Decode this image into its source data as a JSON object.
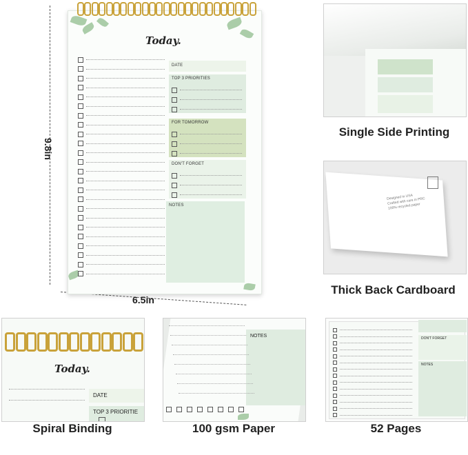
{
  "main_pad": {
    "title": "Today.",
    "sections": {
      "date": "DATE",
      "priorities": "TOP 3 PRIORITIES",
      "tomorrow": "FOR TOMORROW",
      "dont_forget": "DON'T FORGET",
      "notes": "NOTES"
    }
  },
  "dimensions": {
    "height": "9.8in",
    "width": "6.5in"
  },
  "features": [
    {
      "caption": "Single Side Printing"
    },
    {
      "caption": "Thick Back Cardboard"
    },
    {
      "caption": "Spiral Binding",
      "title": "Today.",
      "date": "DATE",
      "priorities": "TOP 3 PRIORITIE"
    },
    {
      "caption": "100 gsm Paper",
      "notes": "NOTES"
    },
    {
      "caption": "52 Pages",
      "dont_forget": "DON'T FORGET",
      "notes": "NOTES"
    }
  ],
  "cardboard_text": [
    "Designed in USA",
    "Crafted with care in PRC",
    "100% recycled paper"
  ],
  "colors": {
    "accent_green": "#dbe8d5",
    "coil_gold": "#c9a23a"
  }
}
